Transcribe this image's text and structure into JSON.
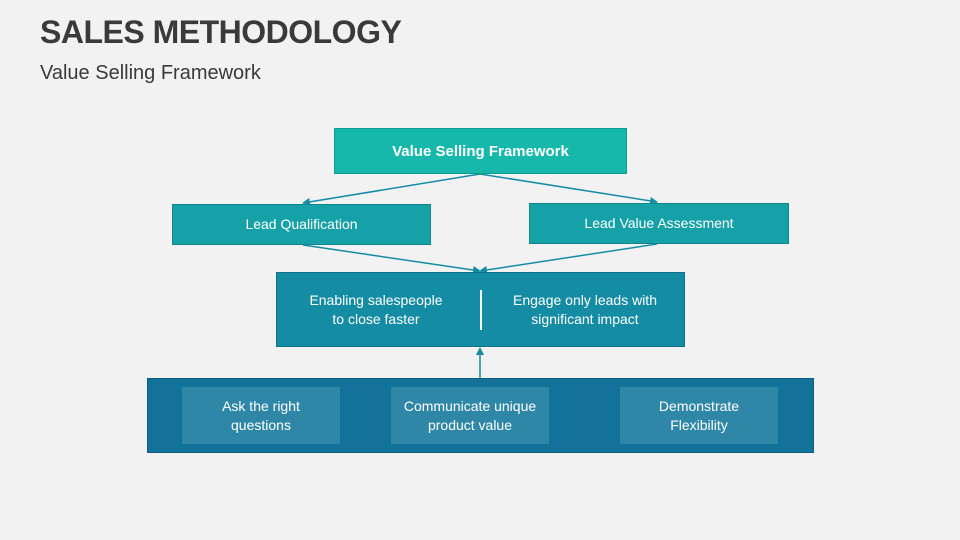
{
  "header": {
    "title": "SALES METHODOLOGY",
    "subtitle": "Value Selling Framework"
  },
  "diagram": {
    "top": "Value Selling Framework",
    "lead_qualification": "Lead Qualification",
    "lead_value_assessment": "Lead Value Assessment",
    "benefit_left": "Enabling salespeople\nto close faster",
    "benefit_right": "Engage only leads with\nsignificant impact",
    "foundations": [
      "Ask the right\nquestions",
      "Communicate unique\nproduct value",
      "Demonstrate\nFlexibility"
    ]
  },
  "colors": {
    "top_box": "#17b8ac",
    "lead_boxes": "#16a0a8",
    "middle_box": "#148ca4",
    "bottom_box": "#12729a",
    "connector": "#148ca4"
  }
}
